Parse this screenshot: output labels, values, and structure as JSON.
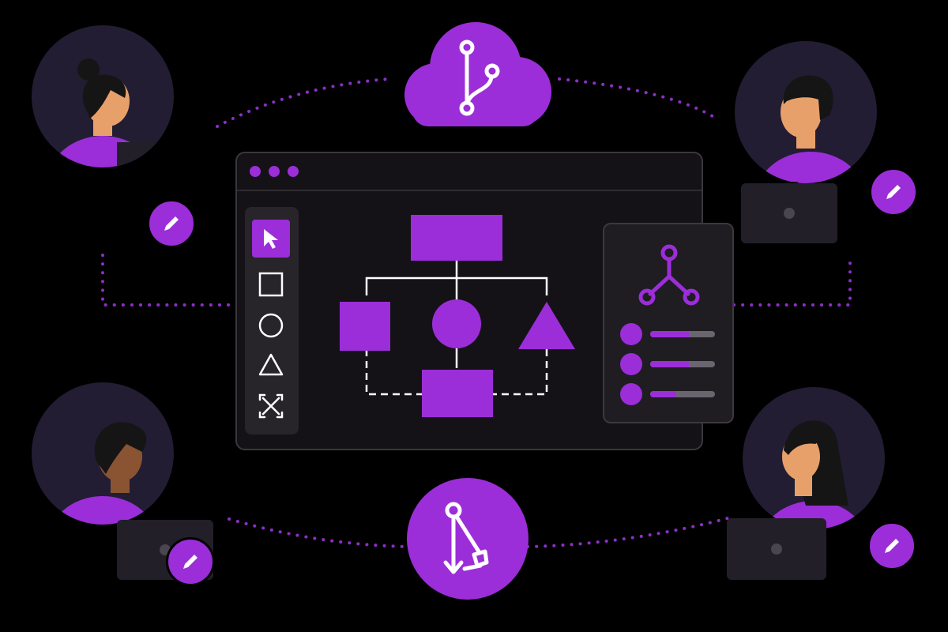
{
  "colors": {
    "background": "#000000",
    "accent": "#9b2ed8",
    "accent_light": "#a84ee0",
    "avatar_bg": "#221d33",
    "window_bg": "#141216",
    "panel_bg": "#1f1c22",
    "connector": "#8d2ec7",
    "line": "#ffffff",
    "skin_light": "#e8a06a",
    "skin_dark": "#8a5433",
    "hair": "#151515",
    "laptop": "#221f28"
  },
  "window": {
    "title_dots": [
      "dot",
      "dot",
      "dot"
    ]
  },
  "toolbar": {
    "tools": [
      {
        "name": "select-tool",
        "icon": "cursor-icon",
        "active": true
      },
      {
        "name": "rectangle-tool",
        "icon": "square-icon",
        "active": false
      },
      {
        "name": "circle-tool",
        "icon": "circle-icon",
        "active": false
      },
      {
        "name": "triangle-tool",
        "icon": "triangle-icon",
        "active": false
      },
      {
        "name": "connector-tool",
        "icon": "connector-icon",
        "active": false
      }
    ]
  },
  "diagram": {
    "shapes": [
      "rectangle",
      "square",
      "circle",
      "triangle",
      "rectangle"
    ]
  },
  "side_panel": {
    "icon": "git-fork-icon",
    "items": [
      {
        "progress": 0.6
      },
      {
        "progress": 0.6
      },
      {
        "progress": 0.4
      }
    ]
  },
  "collaborators": [
    {
      "position": "top-left",
      "icon": "pencil-icon"
    },
    {
      "position": "top-right",
      "icon": "pencil-icon"
    },
    {
      "position": "bottom-left",
      "icon": "pencil-icon"
    },
    {
      "position": "bottom-right",
      "icon": "pencil-icon"
    }
  ],
  "sync": {
    "top_icon": "cloud-git-branch-icon",
    "bottom_icon": "git-merge-icon"
  }
}
